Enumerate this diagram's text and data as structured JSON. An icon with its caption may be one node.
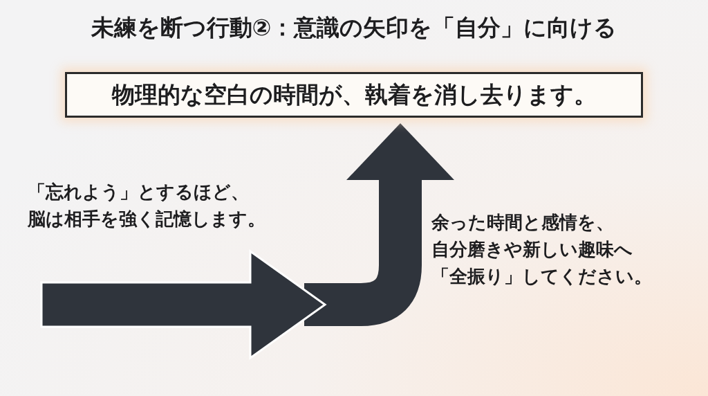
{
  "diagram": {
    "title": "未練を断つ行動②：意識の矢印を「自分」に向ける",
    "nodes": [
      {
        "text": [
          "物理的な空白の時間が、執着を消し去ります。"
        ]
      }
    ],
    "labels": [
      "「忘れよう」とするほど、脳は相手を強く記憶します。",
      "余った時間と感情を、自分磨きや新しい趣味へ「全振り」してください。"
    ]
  }
}
